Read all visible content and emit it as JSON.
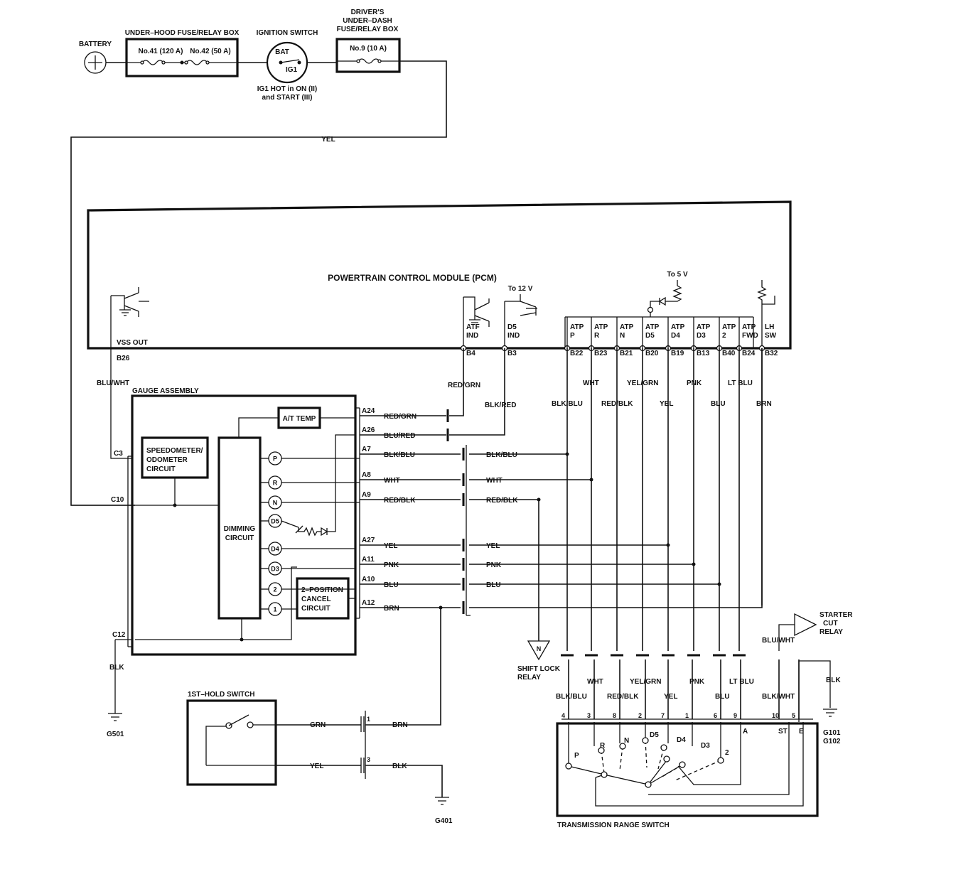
{
  "top": {
    "battery": "BATTERY",
    "underhood_box": "UNDER–HOOD FUSE/RELAY BOX",
    "fuse41": "No.41 (120 A)",
    "fuse42": "No.42 (50 A)",
    "ignition_switch": "IGNITION SWITCH",
    "ign_bat": "BAT",
    "ign_ig1": "IG1",
    "ig1_note_1": "IG1 HOT in ON (II)",
    "ig1_note_2": "and START (III)",
    "dash_box_1": "DRIVER'S",
    "dash_box_2": "UNDER–DASH",
    "dash_box_3": "FUSE/RELAY BOX",
    "fuse9": "No.9 (10 A)",
    "yel": "YEL"
  },
  "pcm": {
    "title": "POWERTRAIN CONTROL MODULE (PCM)",
    "to12v": "To 12 V",
    "to5v": "To 5 V",
    "vss_out": "VSS OUT",
    "b26": "B26",
    "pins": [
      {
        "l1": "ATF",
        "l2": "IND",
        "pin": "B4"
      },
      {
        "l1": "D5",
        "l2": "IND",
        "pin": "B3"
      },
      {
        "l1": "ATP",
        "l2": "P",
        "pin": "B22"
      },
      {
        "l1": "ATP",
        "l2": "R",
        "pin": "B23"
      },
      {
        "l1": "ATP",
        "l2": "N",
        "pin": "B21"
      },
      {
        "l1": "ATP",
        "l2": "D5",
        "pin": "B20"
      },
      {
        "l1": "ATP",
        "l2": "D4",
        "pin": "B19"
      },
      {
        "l1": "ATP",
        "l2": "D3",
        "pin": "B13"
      },
      {
        "l1": "ATP",
        "l2": "2",
        "pin": "B40"
      },
      {
        "l1": "ATP",
        "l2": "FWD",
        "pin": "B24"
      },
      {
        "l1": "LH",
        "l2": "SW",
        "pin": "B32"
      }
    ]
  },
  "wires_top": {
    "blu_wht": "BLU/WHT",
    "red_grn": "RED/GRN",
    "blk_red": "BLK/RED",
    "blk_blu": "BLK/BLU",
    "wht": "WHT",
    "red_blk": "RED/BLK",
    "yel_grn": "YEL/GRN",
    "yel": "YEL",
    "pnk": "PNK",
    "blu": "BLU",
    "lt_blu": "LT BLU",
    "brn": "BRN"
  },
  "gauge": {
    "title": "GAUGE ASSEMBLY",
    "at_temp": "A/T TEMP",
    "speedo_1": "SPEEDOMETER/",
    "speedo_2": "ODOMETER",
    "speedo_3": "CIRCUIT",
    "dimming_1": "DIMMING",
    "dimming_2": "CIRCUIT",
    "cancel_1": "2–POSITION",
    "cancel_2": "CANCEL",
    "cancel_3": "CIRCUIT",
    "c3": "C3",
    "c10": "C10",
    "c12": "C12",
    "indicators": [
      "P",
      "R",
      "N",
      "D5",
      "D4",
      "D3",
      "2",
      "1"
    ],
    "rows": [
      {
        "pin": "A24",
        "wire": "RED/GRN",
        "wire2": ""
      },
      {
        "pin": "A26",
        "wire": "BLU/RED",
        "wire2": ""
      },
      {
        "pin": "A7",
        "wire": "BLK/BLU",
        "wire2": "BLK/BLU"
      },
      {
        "pin": "A8",
        "wire": "WHT",
        "wire2": "WHT"
      },
      {
        "pin": "A9",
        "wire": "RED/BLK",
        "wire2": "RED/BLK"
      },
      {
        "pin": "A27",
        "wire": "YEL",
        "wire2": "YEL"
      },
      {
        "pin": "A11",
        "wire": "PNK",
        "wire2": "PNK"
      },
      {
        "pin": "A10",
        "wire": "BLU",
        "wire2": "BLU"
      },
      {
        "pin": "A12",
        "wire": "BRN",
        "wire2": ""
      }
    ],
    "blk": "BLK",
    "g501": "G501"
  },
  "hold": {
    "title": "1ST–HOLD SWITCH",
    "grn": "GRN",
    "yel": "YEL",
    "pin1": "1",
    "pin3": "3",
    "brn": "BRN",
    "blk": "BLK",
    "g401": "G401"
  },
  "relays": {
    "n": "N",
    "shift_lock_1": "SHIFT LOCK",
    "shift_lock_2": "RELAY",
    "starter_1": "STARTER",
    "starter_2": "CUT",
    "starter_3": "RELAY",
    "blu_wht": "BLU/WHT"
  },
  "trs": {
    "title": "TRANSMISSION RANGE SWITCH",
    "wires": [
      "BLK/BLU",
      "WHT",
      "RED/BLK",
      "YEL/GRN",
      "YEL",
      "PNK",
      "BLU",
      "LT BLU",
      "BLK/WHT"
    ],
    "pins": [
      "4",
      "3",
      "8",
      "2",
      "7",
      "1",
      "6",
      "9",
      "10",
      "5"
    ],
    "positions": [
      "P",
      "R",
      "N",
      "D5",
      "D4",
      "D3",
      "2"
    ],
    "a": "A",
    "st": "ST",
    "e": "E",
    "blk": "BLK",
    "g101": "G101",
    "g102": "G102"
  }
}
